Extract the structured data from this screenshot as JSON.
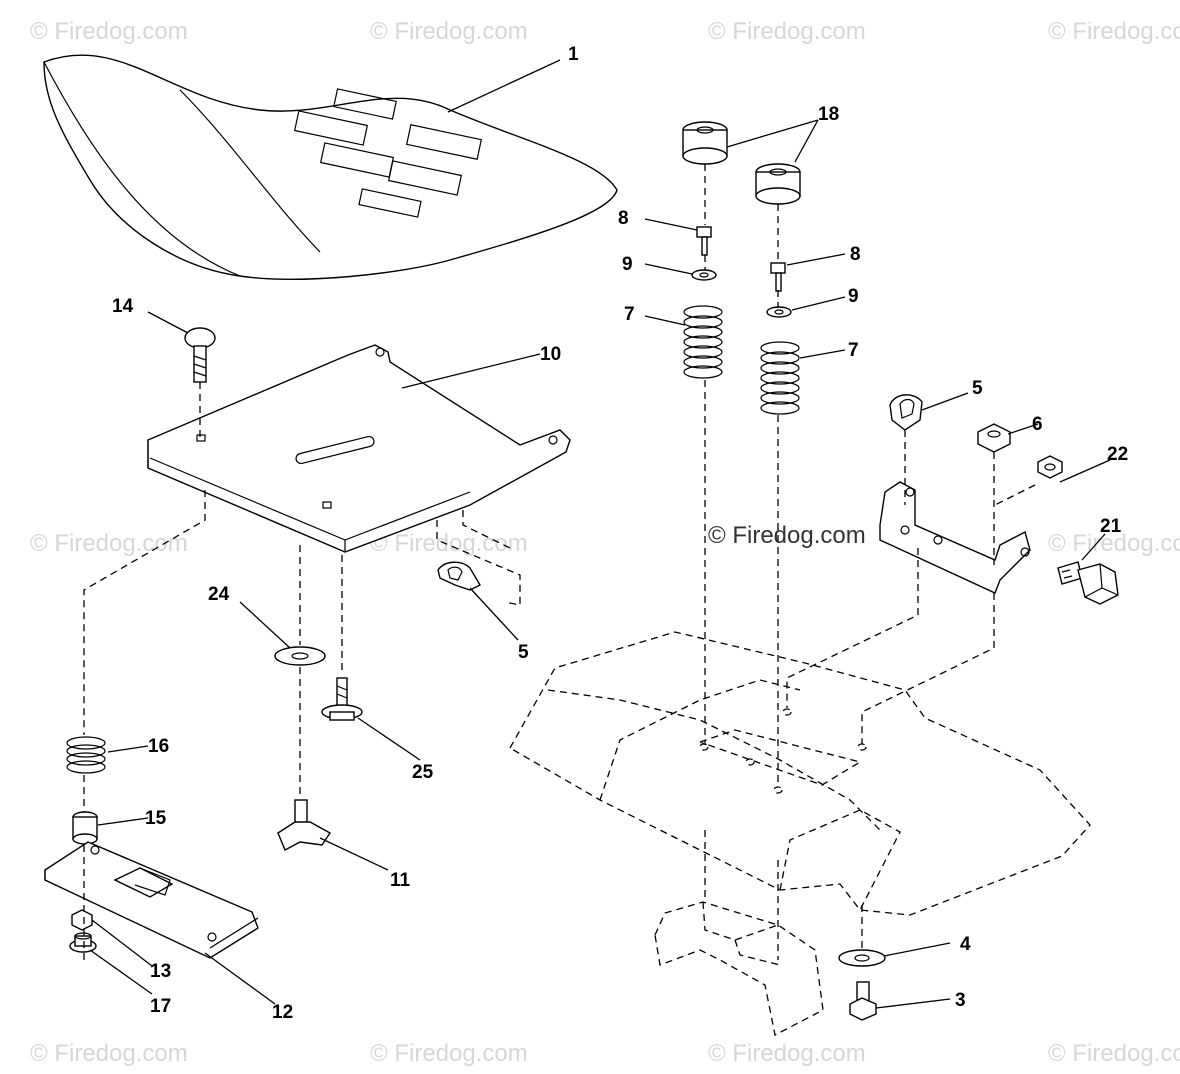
{
  "watermark": "© Firedog.com",
  "center_watermark": "© Firedog.com",
  "callouts": {
    "c1": "1",
    "c18": "18",
    "c8a": "8",
    "c8b": "8",
    "c9a": "9",
    "c9b": "9",
    "c7a": "7",
    "c7b": "7",
    "c14": "14",
    "c10": "10",
    "c5a": "5",
    "c5b": "5",
    "c6": "6",
    "c22": "22",
    "c21": "21",
    "c24": "24",
    "c25": "25",
    "c16": "16",
    "c15": "15",
    "c11": "11",
    "c13": "13",
    "c12": "12",
    "c17": "17",
    "c4": "4",
    "c3": "3"
  }
}
